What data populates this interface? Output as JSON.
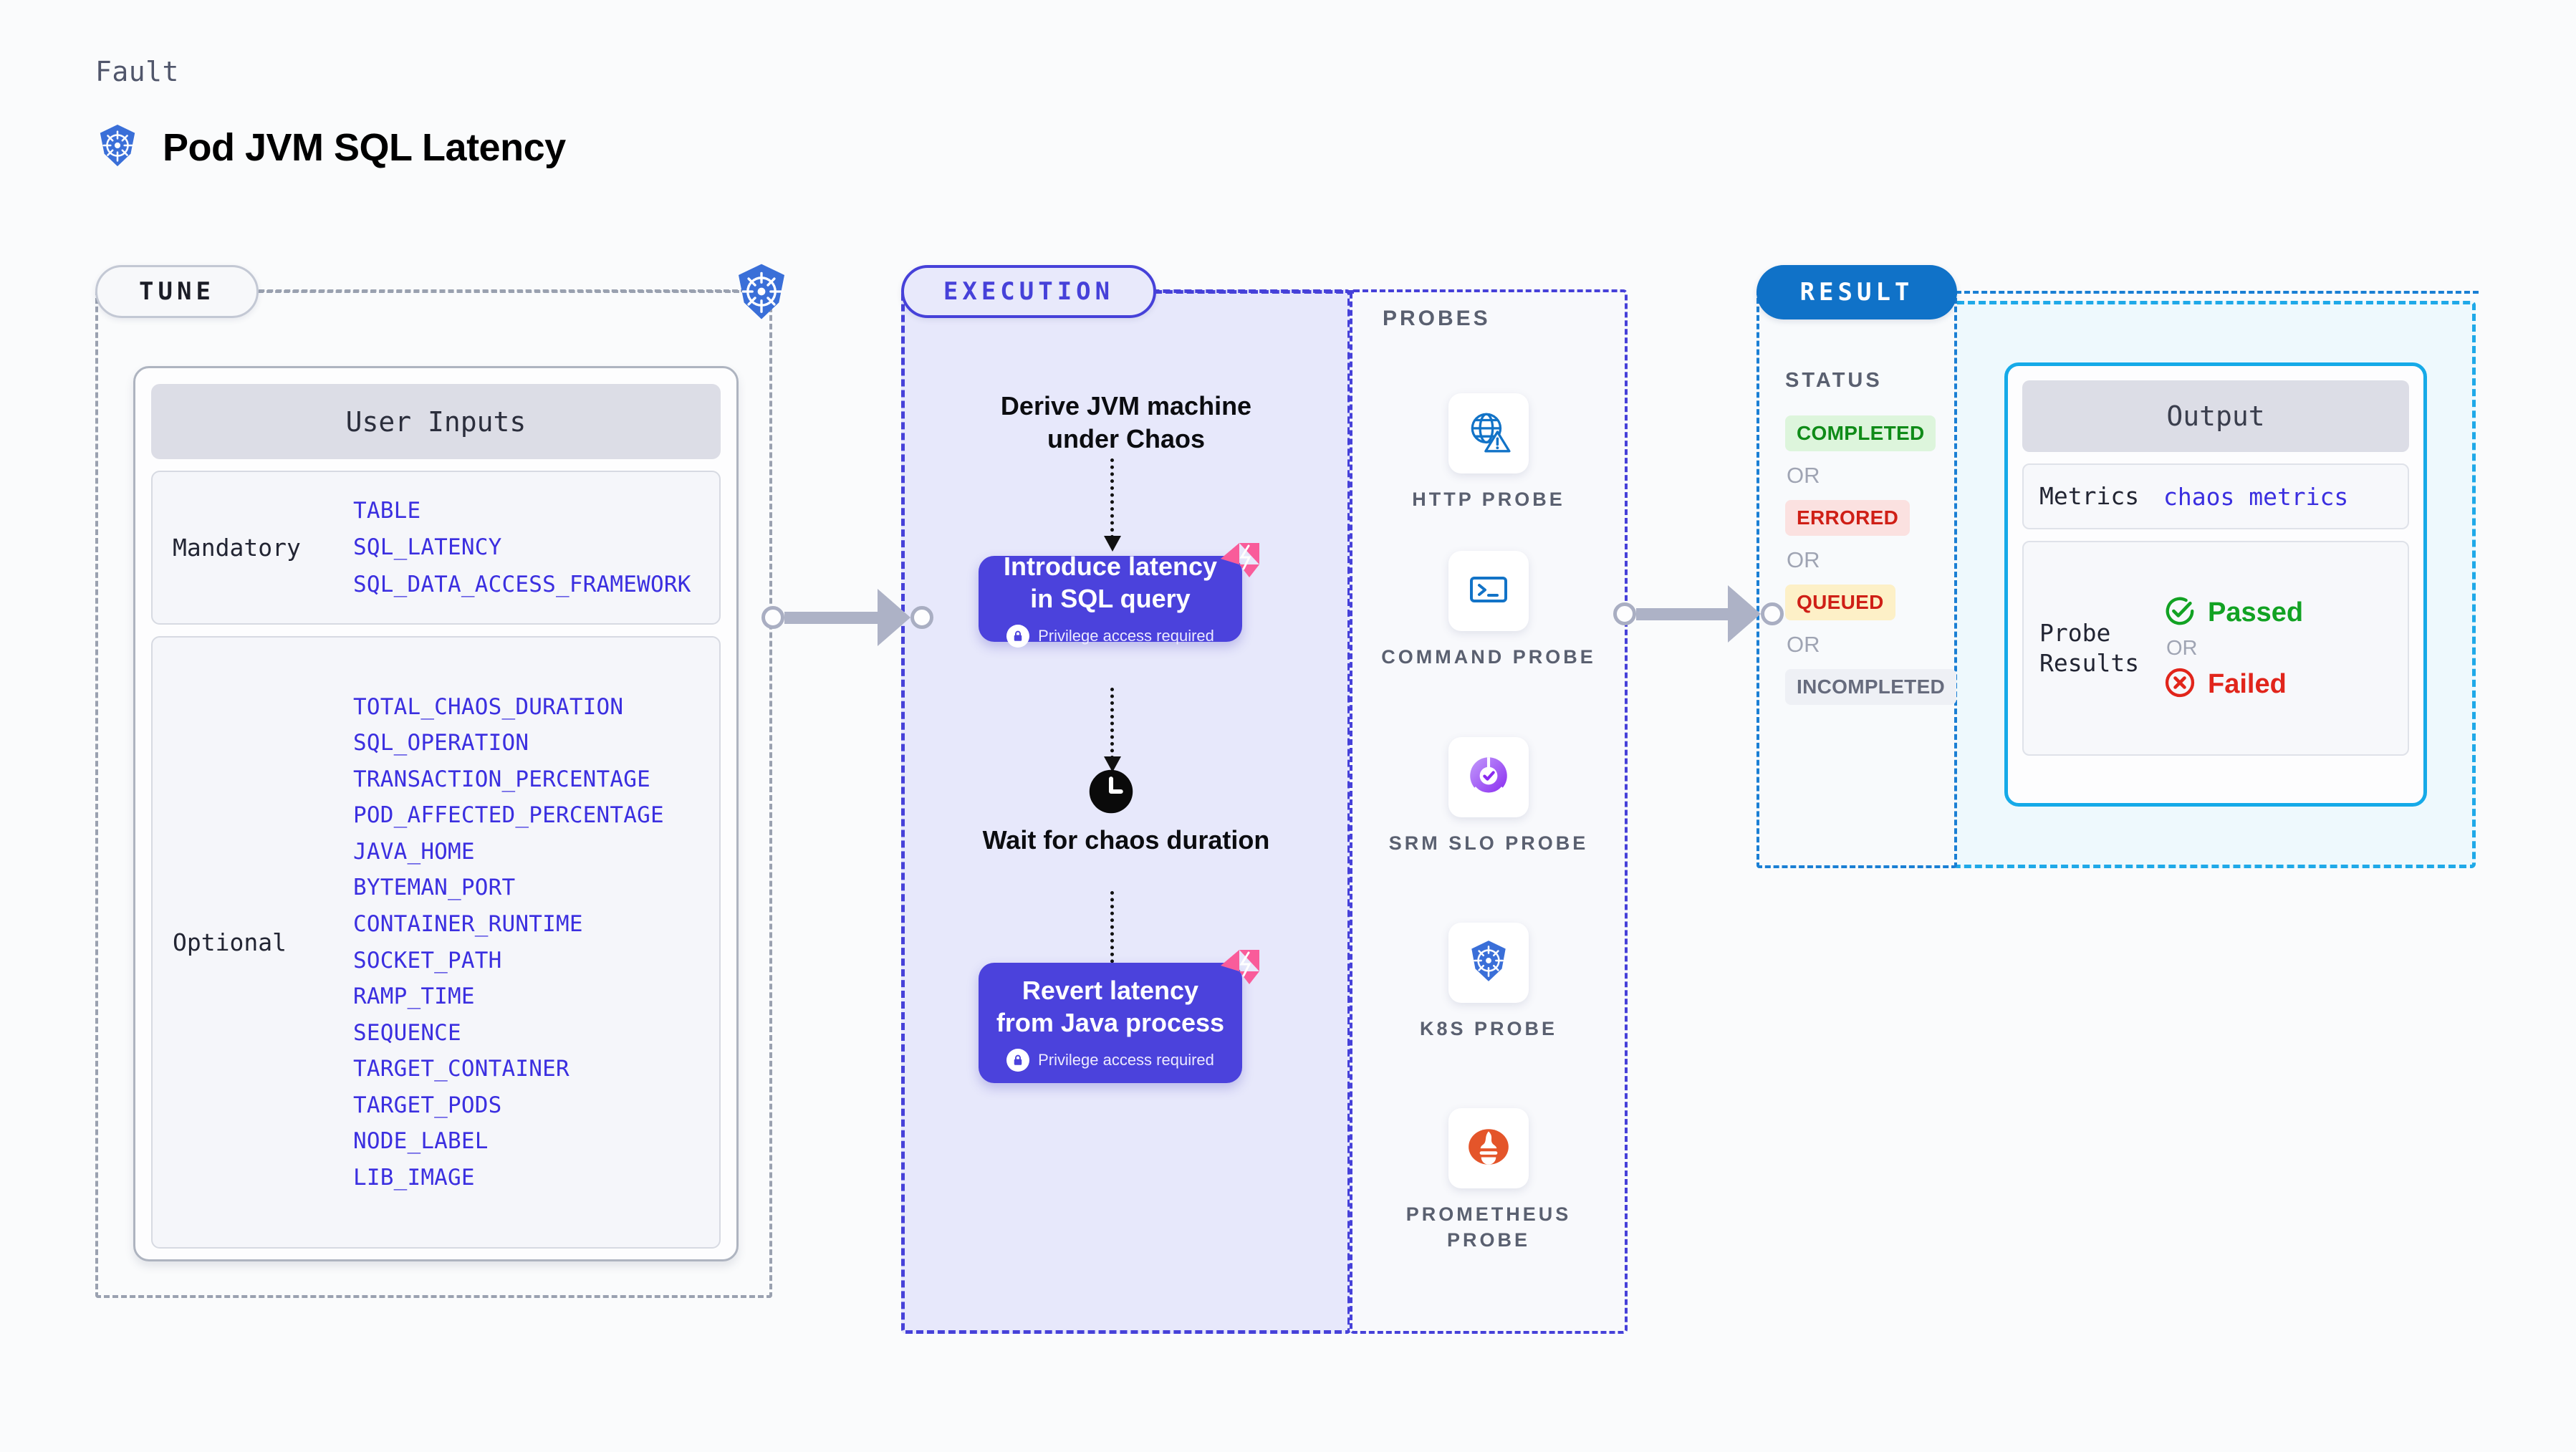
{
  "header": {
    "eyebrow": "Fault",
    "title": "Pod JVM SQL Latency",
    "icon": "kubernetes-icon"
  },
  "sections": {
    "tune": {
      "pill_label": "TUNE"
    },
    "execution": {
      "pill_label": "EXECUTION"
    },
    "result": {
      "pill_label": "RESULT"
    }
  },
  "user_inputs": {
    "card_title": "User Inputs",
    "groups": [
      {
        "label": "Mandatory",
        "params": [
          "TABLE",
          "SQL_LATENCY",
          "SQL_DATA_ACCESS_FRAMEWORK"
        ]
      },
      {
        "label": "Optional",
        "params": [
          "TOTAL_CHAOS_DURATION",
          "SQL_OPERATION",
          "TRANSACTION_PERCENTAGE",
          "POD_AFFECTED_PERCENTAGE",
          "JAVA_HOME",
          "BYTEMAN_PORT",
          "CONTAINER_RUNTIME",
          "SOCKET_PATH",
          "RAMP_TIME",
          "SEQUENCE",
          "TARGET_CONTAINER",
          "TARGET_PODS",
          "NODE_LABEL",
          "LIB_IMAGE"
        ]
      }
    ]
  },
  "execution_flow": {
    "step1_text": "Derive JVM machine under Chaos",
    "step2_title": "Introduce latency in SQL query",
    "step2_privilege": "Privilege access required",
    "step3_text": "Wait for chaos duration",
    "step4_title": "Revert latency from Java process",
    "step4_privilege": "Privilege access required"
  },
  "probes": {
    "title": "PROBES",
    "items": [
      {
        "label": "HTTP PROBE",
        "icon": "globe-warning-icon"
      },
      {
        "label": "COMMAND PROBE",
        "icon": "terminal-icon"
      },
      {
        "label": "SRM SLO PROBE",
        "icon": "slo-check-icon"
      },
      {
        "label": "K8S PROBE",
        "icon": "kubernetes-icon"
      },
      {
        "label": "PROMETHEUS PROBE",
        "icon": "prometheus-icon"
      }
    ]
  },
  "result": {
    "status_title": "STATUS",
    "statuses": [
      "COMPLETED",
      "ERRORED",
      "QUEUED",
      "INCOMPLETED"
    ],
    "or_label": "OR"
  },
  "output": {
    "card_title": "Output",
    "metrics_key": "Metrics",
    "metrics_value": "chaos metrics",
    "probe_results_key": "Probe Results",
    "passed_label": "Passed",
    "failed_label": "Failed",
    "or_label": "OR"
  },
  "colors": {
    "k8s_blue": "#3a6fd8",
    "execution_purple": "#4641d9",
    "box_purple": "#4b42dc",
    "result_blue": "#1072c8",
    "output_cyan": "#15aae8",
    "pink_badge": "#f95c9a",
    "status_completed": "#0f8b18",
    "status_errored": "#cf1f16",
    "status_queued": "#cf1f16",
    "status_incompleted": "#666b7d",
    "param_link": "#3b2fe0"
  }
}
